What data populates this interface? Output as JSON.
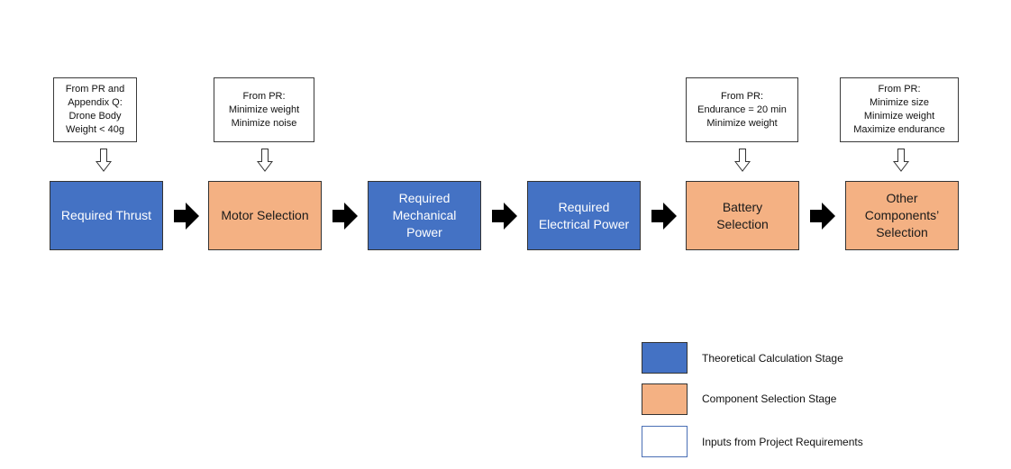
{
  "colors": {
    "theoretical_calculation": "#4472c4",
    "component_selection": "#f4b183",
    "inputs": "#ffffff",
    "arrow": "#000000"
  },
  "input_boxes": [
    {
      "lines": [
        "From PR and",
        "Appendix Q:",
        "Drone Body",
        "Weight < 40g"
      ]
    },
    {
      "lines": [
        "From PR:",
        "Minimize weight",
        "Minimize noise"
      ]
    },
    {
      "lines": [
        "From PR:",
        "Endurance = 20 min",
        "Minimize weight"
      ]
    },
    {
      "lines": [
        "From PR:",
        "Minimize size",
        "Minimize weight",
        "Maximize endurance"
      ]
    }
  ],
  "stages": [
    {
      "lines": [
        "Required Thrust"
      ],
      "kind": "theoretical"
    },
    {
      "lines": [
        "Motor Selection"
      ],
      "kind": "component"
    },
    {
      "lines": [
        "Required",
        "Mechanical",
        "Power"
      ],
      "kind": "theoretical"
    },
    {
      "lines": [
        "Required",
        "Electrical Power"
      ],
      "kind": "theoretical"
    },
    {
      "lines": [
        "Battery",
        "Selection"
      ],
      "kind": "component"
    },
    {
      "lines": [
        "Other",
        "Components’",
        "Selection"
      ],
      "kind": "component"
    }
  ],
  "legend": [
    {
      "label": "Theoretical Calculation Stage",
      "kind": "theoretical"
    },
    {
      "label": "Component Selection Stage",
      "kind": "component"
    },
    {
      "label": "Inputs from Project Requirements",
      "kind": "inputs"
    }
  ]
}
